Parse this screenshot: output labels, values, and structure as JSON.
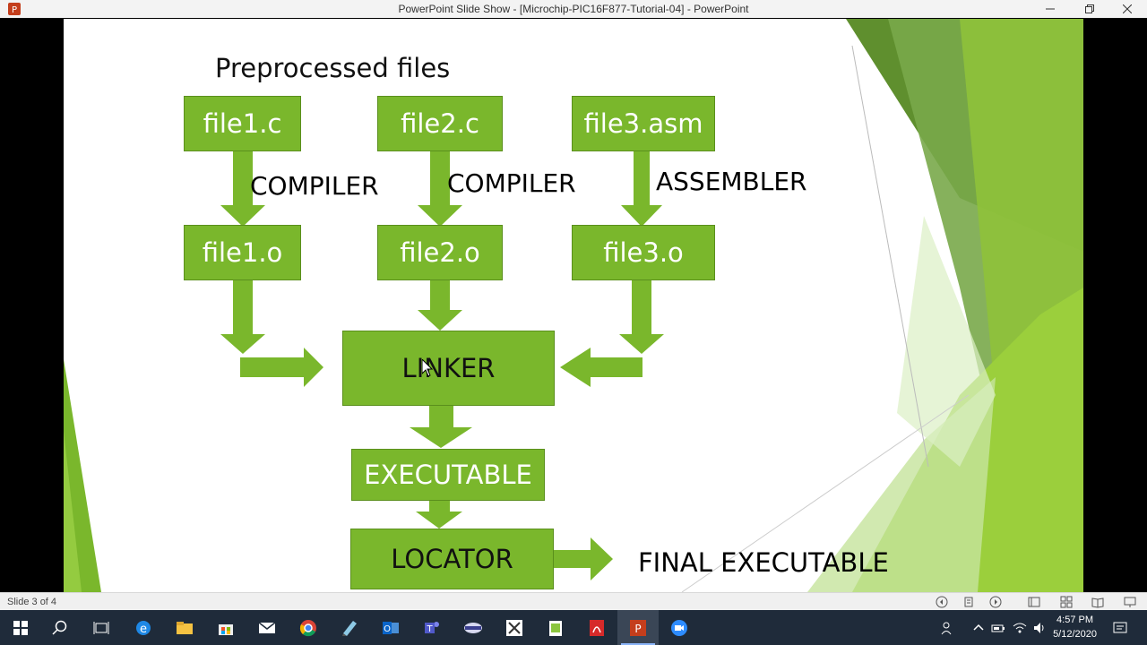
{
  "window": {
    "title": "PowerPoint Slide Show - [Microchip-PIC16F877-Tutorial-04] - PowerPoint",
    "app_icon": "powerpoint-icon"
  },
  "slide": {
    "heading": "Preprocessed files",
    "sources": [
      "file1.c",
      "file2.c",
      "file3.asm"
    ],
    "objects": [
      "file1.o",
      "file2.o",
      "file3.o"
    ],
    "tools": [
      "COMPILER",
      "COMPILER",
      "ASSEMBLER"
    ],
    "linker": "LINKER",
    "executable": "EXECUTABLE",
    "locator": "LOCATOR",
    "final": "FINAL EXECUTABLE",
    "colors": {
      "box": "#7ab72c",
      "arrow": "#7ab72c",
      "accent_dark": "#4f7f1e"
    }
  },
  "status": {
    "slide_indicator": "Slide 3 of 4"
  },
  "taskbar": {
    "apps": [
      "start-icon",
      "search-icon",
      "task-view-icon",
      "edge-icon",
      "file-explorer-icon",
      "store-icon",
      "mail-icon",
      "chrome-icon",
      "notepad-icon",
      "outlook-icon",
      "teams-icon",
      "mplab-icon",
      "visual-studio-icon",
      "notepadpp-icon",
      "acrobat-icon",
      "powerpoint-icon",
      "zoom-icon"
    ],
    "time": "4:57 PM",
    "date": "5/12/2020"
  }
}
